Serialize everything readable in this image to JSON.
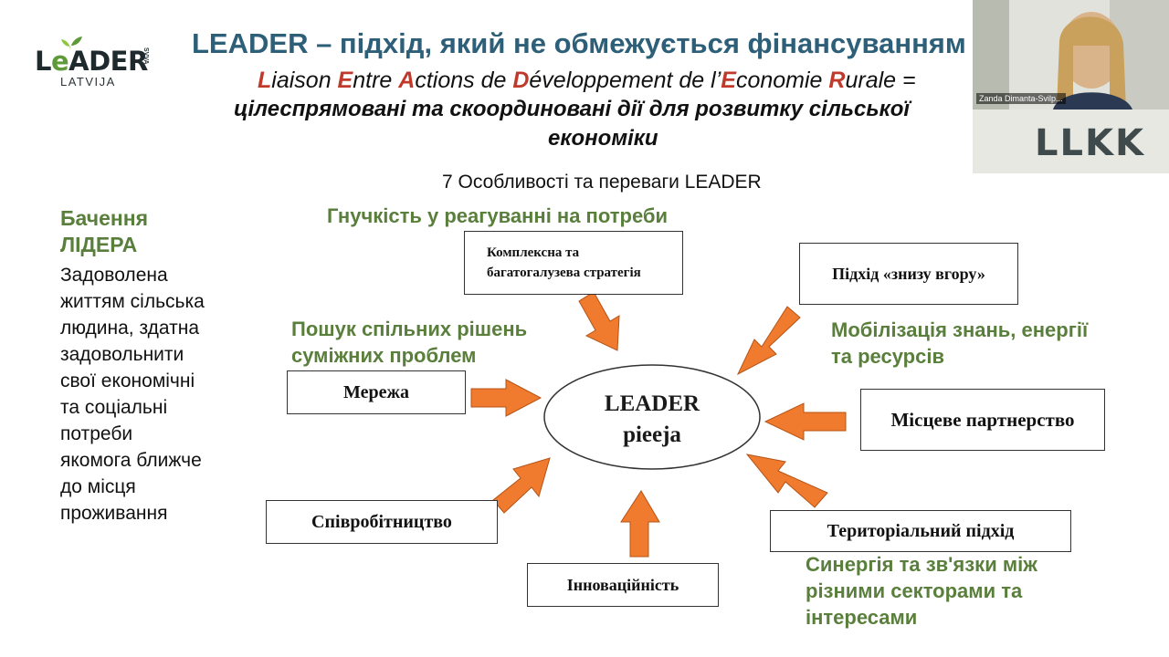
{
  "logo": {
    "main_prefix": "L",
    "main_e": "e",
    "main_rest": "ADER",
    "vertical": "SVVA",
    "sub": "LATVIJA"
  },
  "slide": {
    "title": "LEADER – підхід, який не обмежується фінансуванням",
    "subtitle_parts": [
      {
        "text": "L",
        "red": true
      },
      {
        "text": "iaison ",
        "red": false
      },
      {
        "text": "E",
        "red": true
      },
      {
        "text": "ntre ",
        "red": false
      },
      {
        "text": "A",
        "red": true
      },
      {
        "text": "ctions de ",
        "red": false
      },
      {
        "text": "D",
        "red": true
      },
      {
        "text": "éveloppement de l’",
        "red": false
      },
      {
        "text": "E",
        "red": true
      },
      {
        "text": "conomie ",
        "red": false
      },
      {
        "text": "R",
        "red": true
      },
      {
        "text": "urale =",
        "red": false
      }
    ],
    "subtitle_line2": "цілеспрямовані та скоординовані дії для розвитку сільської",
    "subtitle_line3": "економіки",
    "features_heading": "7 Особливості та переваги LEADER"
  },
  "vision": {
    "heading_line1": "Бачення",
    "heading_line2": "ЛІДЕРА",
    "lines": [
      "Задоволена",
      "життям сільська",
      "людина, здатна",
      "задовольнити",
      "свої економічні",
      "та соціальні",
      "потреби",
      "якомога ближче",
      "до місця",
      "проживання"
    ]
  },
  "green_labels": {
    "flexibility": "Гнучкість у реагуванні на потреби",
    "search_line1": "Пошук спільних рішень",
    "search_line2": "суміжних проблем",
    "mobilization_line1": "Мобілізація знань, енергії",
    "mobilization_line2": "та ресурсів",
    "synergy_line1": "Синергія та зв'язки між",
    "synergy_line2": "різними секторами та",
    "synergy_line3": "інтересами"
  },
  "boxes": {
    "strategy_line1": "Комплексна та",
    "strategy_line2": "багатогалузева стратегія",
    "bottom_up": "Підхід «знизу вгору»",
    "network": "Мережа",
    "partnership": "Місцеве партнерство",
    "cooperation": "Співробітництво",
    "territorial": "Територіальний підхід",
    "innovation": "Інноваційність"
  },
  "center": {
    "line1": "LEADER",
    "line2": "pieeja"
  },
  "video": {
    "participant_name": "Zanda Dimanta-Svilp...",
    "logo_text": "LLKK"
  },
  "colors": {
    "title": "#2e5f78",
    "green": "#5a7f3c",
    "arrow": "#f07a2e",
    "red_letter": "#c0392b"
  }
}
